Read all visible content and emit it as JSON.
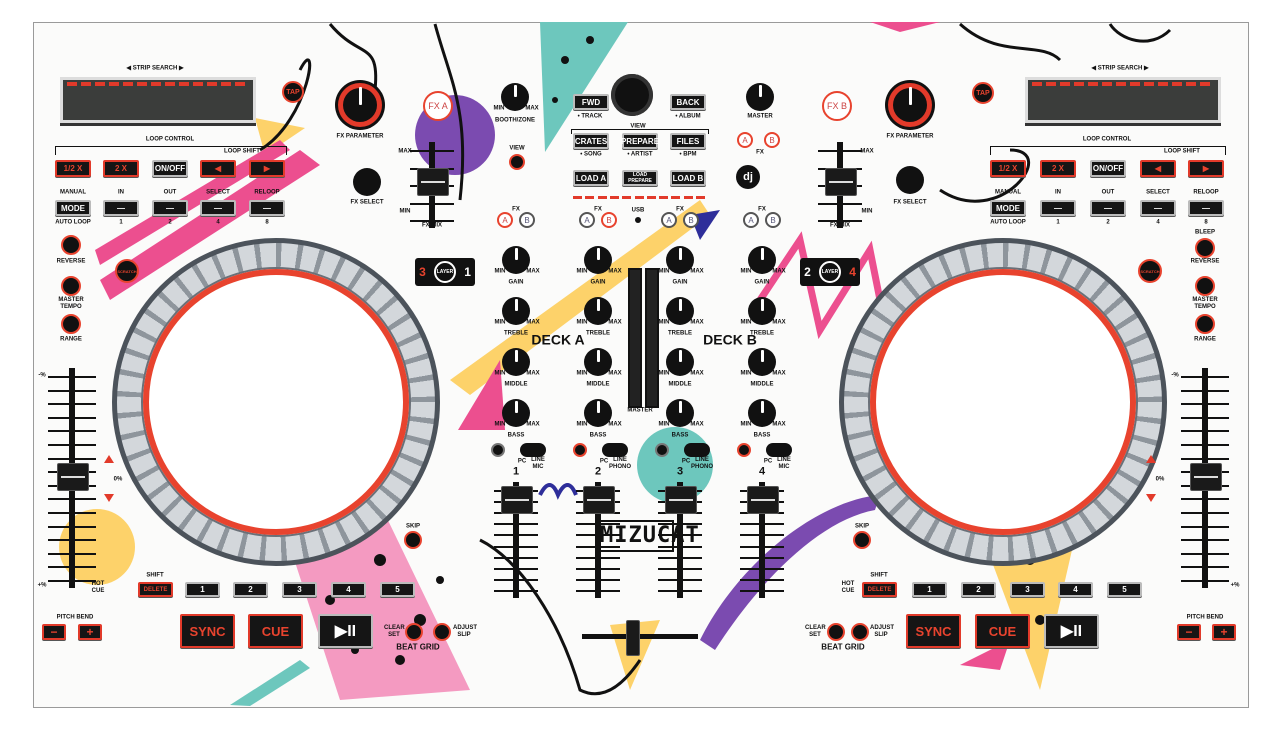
{
  "left_deck": {
    "strip_search": "◀ STRIP SEARCH ▶",
    "tap": "TAP",
    "fx_parameter": "FX PARAMETER",
    "fx_select": "FX SELECT",
    "fx_unit": "FX A",
    "fx_mix": "FX MIX",
    "fx_max": "MAX",
    "fx_min": "MIN",
    "loop_control": "LOOP CONTROL",
    "loop_shift": "LOOP SHIFT",
    "loop_row": [
      "1/2 X",
      "2 X",
      "ON/OFF",
      "◀",
      "▶"
    ],
    "mode_row_top": [
      "MANUAL",
      "IN",
      "OUT",
      "SELECT",
      "RELOOP"
    ],
    "mode_row_buttons": [
      "MODE",
      "—",
      "—",
      "—",
      "—"
    ],
    "mode_row_bottom": [
      "AUTO LOOP",
      "1",
      "2",
      "4",
      "8"
    ],
    "reverse": "REVERSE",
    "scratch": "SCRATCH",
    "master_tempo": "MASTER TEMPO",
    "range": "RANGE",
    "layer": {
      "left": "3",
      "label": "LAYER",
      "right": "1"
    },
    "pitch": {
      "minus": "-%",
      "zero": "0%",
      "plus": "+%"
    },
    "hot_cue": "HOT CUE",
    "shift": "SHIFT",
    "delete": "DELETE",
    "pads": [
      "1",
      "2",
      "3",
      "4",
      "5"
    ],
    "skip": "SKIP",
    "pitch_bend": "PITCH BEND",
    "pitch_bend_buttons": [
      "−",
      "+"
    ],
    "sync": "SYNC",
    "cue": "CUE",
    "play": "▶II",
    "clear_set": "CLEAR SET",
    "adjust_slip": "ADJUST SLIP",
    "beat_grid": "BEAT GRID"
  },
  "right_deck": {
    "strip_search": "◀ STRIP SEARCH ▶",
    "tap": "TAP",
    "fx_parameter": "FX PARAMETER",
    "fx_select": "FX SELECT",
    "fx_unit": "FX B",
    "fx_mix": "FX MIX",
    "fx_max": "MAX",
    "fx_min": "MIN",
    "loop_control": "LOOP CONTROL",
    "loop_shift": "LOOP SHIFT",
    "loop_row": [
      "1/2 X",
      "2 X",
      "ON/OFF",
      "◀",
      "▶"
    ],
    "mode_row_top": [
      "MANUAL",
      "IN",
      "OUT",
      "SELECT",
      "RELOOP"
    ],
    "mode_row_buttons": [
      "MODE",
      "—",
      "—",
      "—",
      "—"
    ],
    "mode_row_bottom": [
      "AUTO LOOP",
      "1",
      "2",
      "4",
      "8"
    ],
    "bleep": "BLEEP",
    "reverse": "REVERSE",
    "scratch": "SCRATCH",
    "master_tempo": "MASTER TEMPO",
    "range": "RANGE",
    "layer": {
      "left": "2",
      "label": "LAYER",
      "right": "4"
    },
    "pitch": {
      "minus": "-%",
      "zero": "0%",
      "plus": "+%"
    },
    "hot_cue": "HOT CUE",
    "shift": "SHIFT",
    "delete": "DELETE",
    "pads": [
      "1",
      "2",
      "3",
      "4",
      "5"
    ],
    "skip": "SKIP",
    "pitch_bend": "PITCH BEND",
    "pitch_bend_buttons": [
      "−",
      "+"
    ],
    "sync": "SYNC",
    "cue": "CUE",
    "play": "▶II",
    "clear_set": "CLEAR SET",
    "adjust_slip": "ADJUST SLIP",
    "beat_grid": "BEAT GRID"
  },
  "mixer": {
    "booth_zone": "BOOTH/ZONE",
    "min": "MIN",
    "max": "MAX",
    "view": "VIEW",
    "fwd": "FWD",
    "back": "BACK",
    "track": "• TRACK",
    "album": "• ALBUM",
    "view_label": "VIEW",
    "browse": [
      "CRATES",
      "PREPARE",
      "FILES"
    ],
    "browse_sub": [
      "• SONG",
      "• ARTIST",
      "• BPM"
    ],
    "load": [
      "LOAD A",
      "LOAD PREPARE",
      "LOAD B"
    ],
    "master": "MASTER",
    "fx": "FX",
    "fx_a": "A",
    "fx_b": "B",
    "usb": "USB",
    "deck_a": "DECK A",
    "deck_b": "DECK B",
    "meter_label": "MASTER",
    "eq_labels": [
      "GAIN",
      "TREBLE",
      "MIDDLE",
      "BASS"
    ],
    "channels": [
      {
        "number": "1",
        "input_left": "PC",
        "input_right": "LINE MIC"
      },
      {
        "number": "2",
        "input_left": "PC",
        "input_right": "LINE PHONO"
      },
      {
        "number": "3",
        "input_left": "PC",
        "input_right": "LINE PHONO"
      },
      {
        "number": "4",
        "input_left": "PC",
        "input_right": "LINE MIC"
      }
    ],
    "logo": "MIZUCAT",
    "brand": "dj"
  },
  "colors": {
    "accent_red": "#e8432e",
    "pink": "#ec4f8f",
    "yellow": "#fdd26a",
    "teal": "#6dc7bd",
    "purple": "#7b4bb0",
    "blue": "#3a3a9a"
  }
}
